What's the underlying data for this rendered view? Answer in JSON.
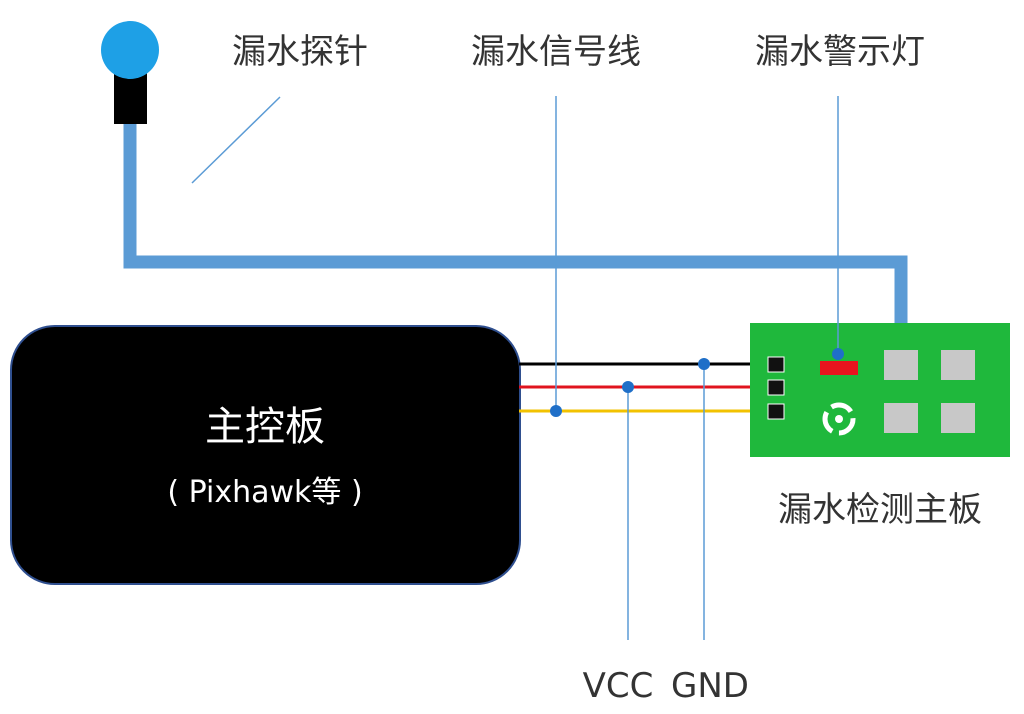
{
  "labels": {
    "probe": "漏水探针",
    "signal_line": "漏水信号线",
    "warning_light": "漏水警示灯",
    "main_board_title": "主控板",
    "main_board_subtitle": "( Pixhawk等 )",
    "detect_board": "漏水检测主板",
    "vcc": "VCC",
    "gnd": "GND"
  },
  "colors": {
    "probe_head": "#1ea0e6",
    "probe_body": "#000000",
    "cable": "#5b9bd5",
    "callout_line": "#5b9bd5",
    "main_board": "#000000",
    "main_board_border": "#2f4f8f",
    "pcb": "#1fb83c",
    "pad": "#c8c8c8",
    "led": "#e8141e",
    "wire_gnd": "#000000",
    "wire_vcc": "#e0141e",
    "wire_signal": "#f2c200",
    "junction_dot": "#1f6fc8"
  },
  "icons": {
    "board_logo": "swirl-logo-icon"
  }
}
